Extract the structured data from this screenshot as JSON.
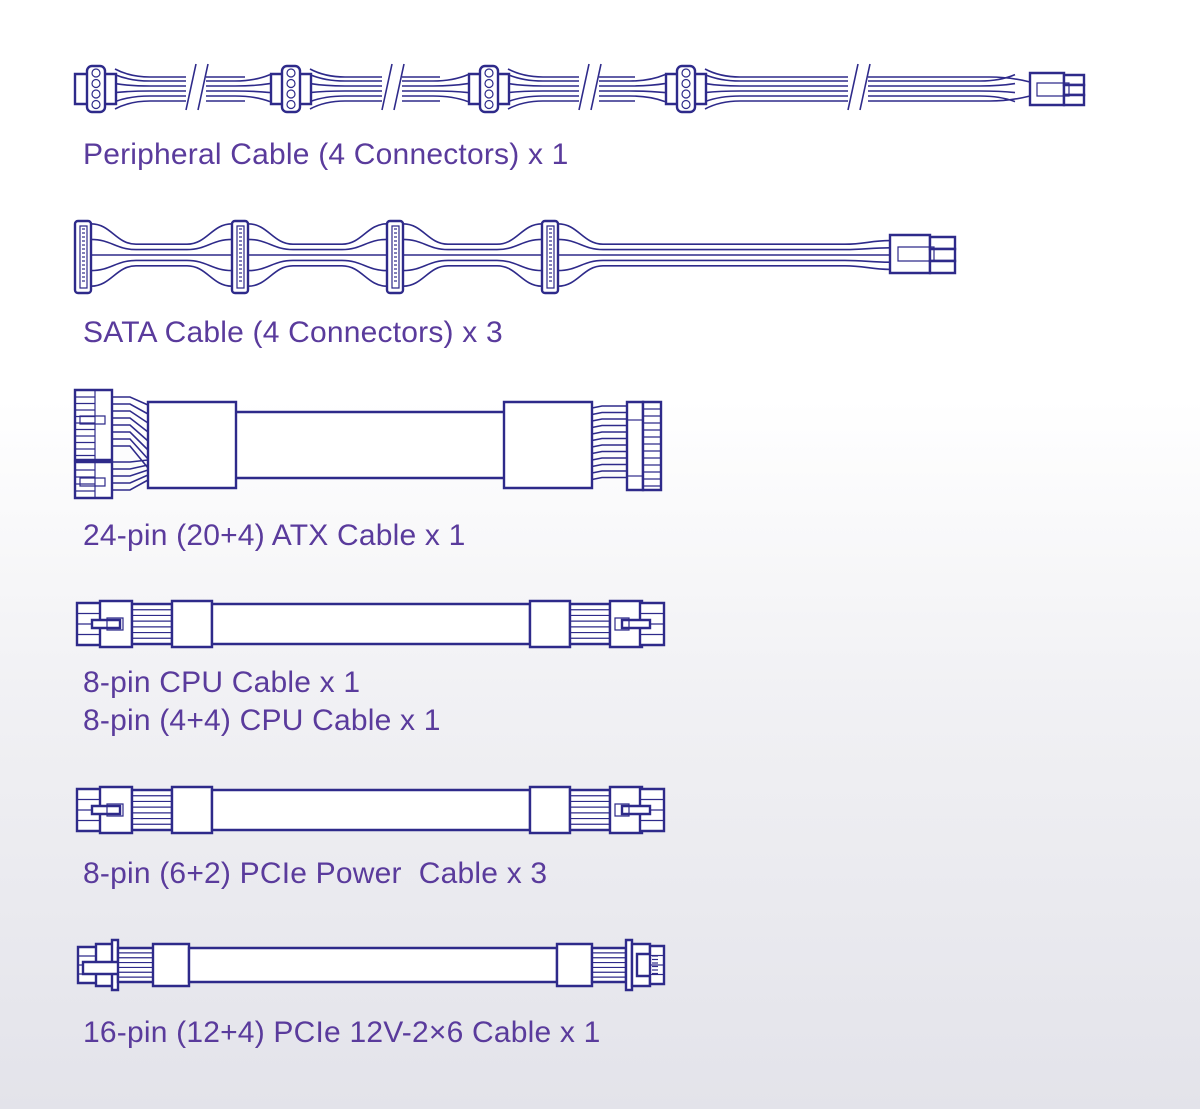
{
  "page": {
    "title": "PSU included cables",
    "colors": {
      "line": "#2e2a8a",
      "text": "#5a3b9c",
      "background_top": "#ffffff",
      "background_bottom": "#e3e3ea"
    }
  },
  "cables": [
    {
      "id": "peripheral",
      "illustration": "peripheral-cable-icon",
      "connectors": 4,
      "label": "Peripheral Cable (4 Connectors) x 1"
    },
    {
      "id": "sata",
      "illustration": "sata-cable-icon",
      "connectors": 4,
      "label": "SATA Cable (4 Connectors) x 3"
    },
    {
      "id": "atx",
      "illustration": "atx-24pin-cable-icon",
      "label": "24-pin (20+4) ATX Cable x 1"
    },
    {
      "id": "cpu",
      "illustration": "cpu-8pin-cable-icon",
      "label": "8-pin CPU Cable x 1",
      "label_2": "8-pin (4+4) CPU Cable x 1"
    },
    {
      "id": "pcie",
      "illustration": "pcie-8pin-cable-icon",
      "label": "8-pin (6+2) PCIe Power  Cable x 3"
    },
    {
      "id": "12v2x6",
      "illustration": "pcie-16pin-cable-icon",
      "label": "16-pin (12+4) PCIe 12V-2×6 Cable x 1"
    }
  ]
}
